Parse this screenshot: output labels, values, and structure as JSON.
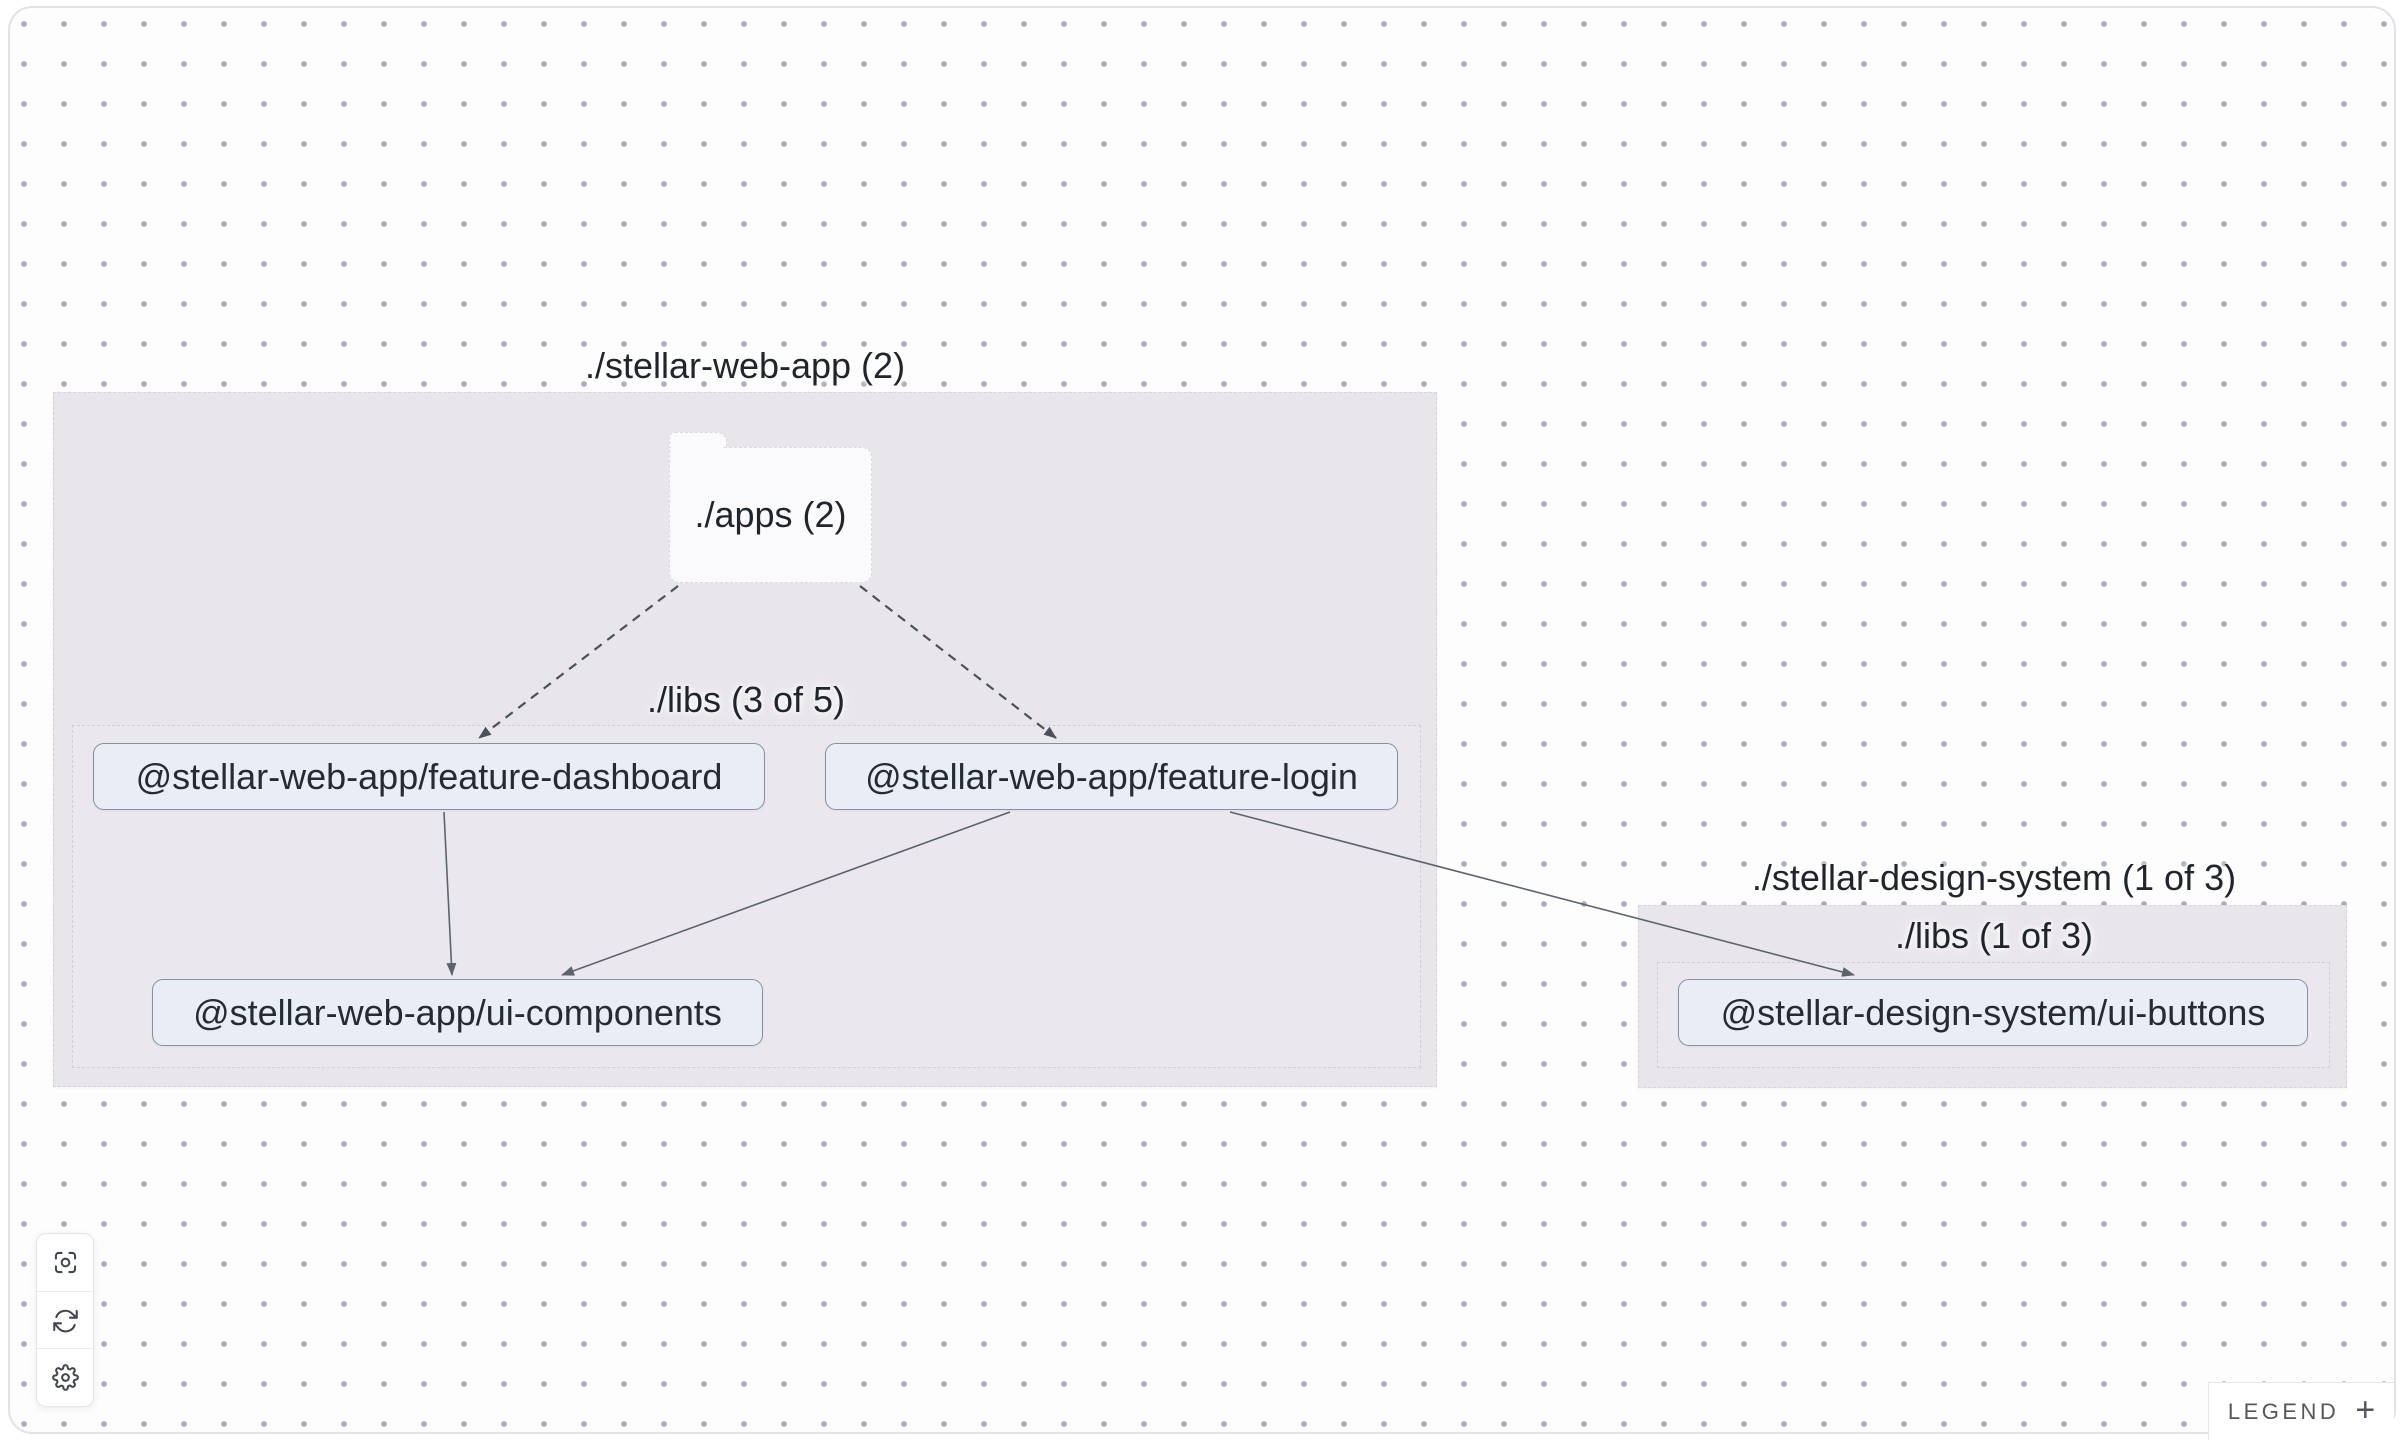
{
  "app": {
    "description": "project dependency graph canvas"
  },
  "groups": {
    "stellar_web_app": {
      "title": "./stellar-web-app (2)",
      "apps_folder_label": "./apps (2)",
      "libs_label": "./libs (3 of 5)"
    },
    "stellar_design_system": {
      "title": "./stellar-design-system (1 of 3)",
      "libs_label": "./libs (1 of 3)"
    }
  },
  "nodes": [
    {
      "id": "feature-dashboard",
      "label": "@stellar-web-app/feature-dashboard"
    },
    {
      "id": "feature-login",
      "label": "@stellar-web-app/feature-login"
    },
    {
      "id": "ui-components",
      "label": "@stellar-web-app/ui-components"
    },
    {
      "id": "ui-buttons",
      "label": "@stellar-design-system/ui-buttons"
    }
  ],
  "edges": [
    {
      "source": "./apps",
      "target": "@stellar-web-app/feature-dashboard",
      "style": "dashed"
    },
    {
      "source": "./apps",
      "target": "@stellar-web-app/feature-login",
      "style": "dashed"
    },
    {
      "source": "@stellar-web-app/feature-dashboard",
      "target": "@stellar-web-app/ui-components",
      "style": "solid"
    },
    {
      "source": "@stellar-web-app/feature-login",
      "target": "@stellar-web-app/ui-components",
      "style": "solid"
    },
    {
      "source": "@stellar-web-app/feature-login",
      "target": "@stellar-design-system/ui-buttons",
      "style": "solid"
    }
  ],
  "controls": {
    "buttons": [
      {
        "icon": "focus-target-icon"
      },
      {
        "icon": "refresh-cycle-icon"
      },
      {
        "icon": "gear-icon"
      }
    ]
  },
  "legend": {
    "label": "LEGEND",
    "expand_glyph": "+"
  },
  "colors": {
    "canvas_bg": "#fdfdfe",
    "dot_grid": "#a6aebc",
    "group_fill": "#e8e6eb",
    "inner_group_fill": "#eae8ee",
    "folder_fill": "#faf9fc",
    "node_fill": "#e9edf6",
    "node_border": "#8690a2",
    "edge": "#4b515b",
    "text": "#20252c"
  }
}
